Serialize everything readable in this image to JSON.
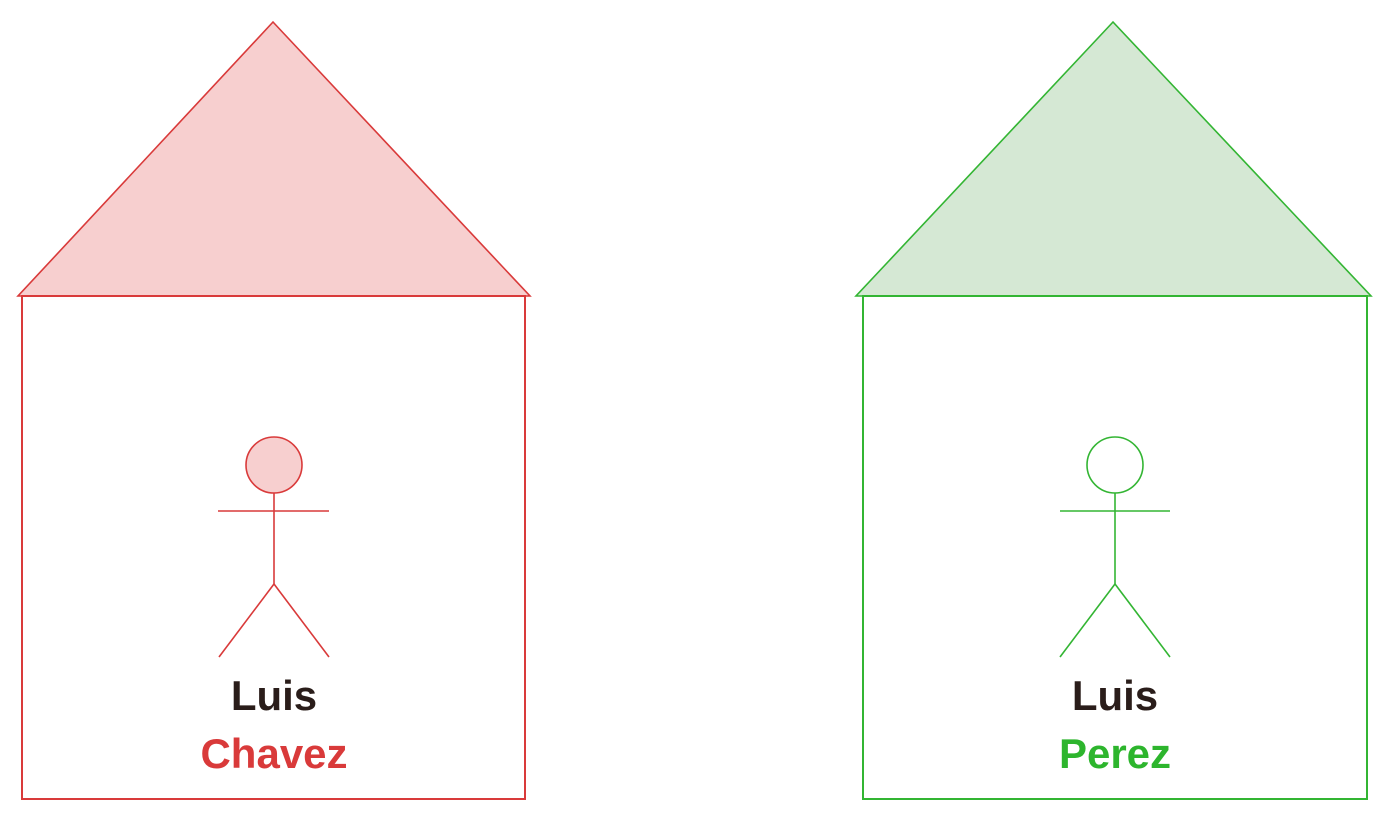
{
  "houses": [
    {
      "id": "left",
      "first_name": "Luis",
      "last_name": "Chavez",
      "stroke_color": "#d93a3a",
      "roof_fill": "#f7cfcf",
      "head_fill": "#f7cfcf",
      "first_name_color": "#2a1d1a",
      "last_name_color": "#d93a3a"
    },
    {
      "id": "right",
      "first_name": "Luis",
      "last_name": "Perez",
      "stroke_color": "#33b533",
      "roof_fill": "#d5e8d4",
      "head_fill": "#ffffff",
      "first_name_color": "#2a1d1a",
      "last_name_color": "#2db52d"
    }
  ]
}
